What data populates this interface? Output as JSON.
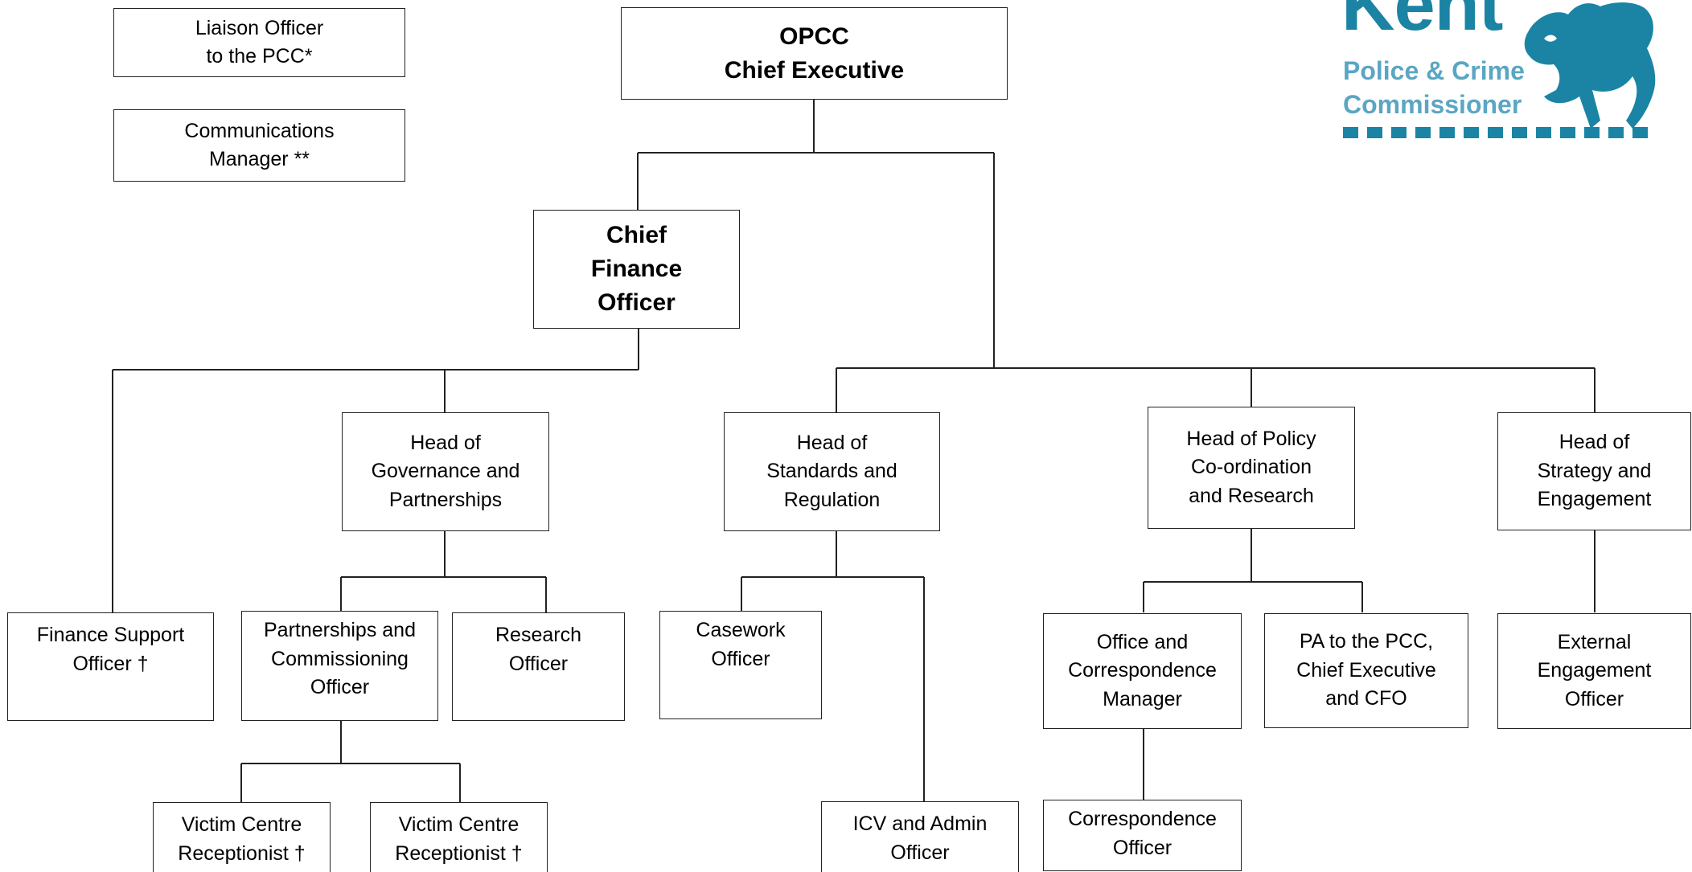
{
  "logo": {
    "word": "Kent",
    "line1": "Police & Crime",
    "line2": "Commissioner"
  },
  "nodes": {
    "liaison": "Liaison Officer\nto the PCC*",
    "comms": "Communications\nManager **",
    "chief_exec": "OPCC\nChief Executive",
    "cfo": "Chief\nFinance\nOfficer",
    "finance_support": "Finance Support\nOfficer †",
    "head_governance": "Head of\nGovernance and\nPartnerships",
    "partnerships_officer": "Partnerships and\nCommissioning\nOfficer",
    "research_officer": "Research\nOfficer",
    "victim_1": "Victim Centre\nReceptionist †",
    "victim_2": "Victim Centre\nReceptionist †",
    "head_standards": "Head of\nStandards and\nRegulation",
    "casework": "Casework\nOfficer",
    "icv_admin": "ICV and Admin\nOfficer",
    "head_policy": "Head of Policy\nCo-ordination\nand Research",
    "office_manager": "Office and\nCorrespondence\nManager",
    "pa": "PA to the PCC,\nChief Executive\nand CFO",
    "correspondence": "Correspondence\nOfficer",
    "head_strategy": "Head of\nStrategy and\nEngagement",
    "external": "External\nEngagement\nOfficer"
  },
  "colors": {
    "line": "#222222",
    "brand": "#1b84a4",
    "brand_light": "#5aa6c3"
  }
}
